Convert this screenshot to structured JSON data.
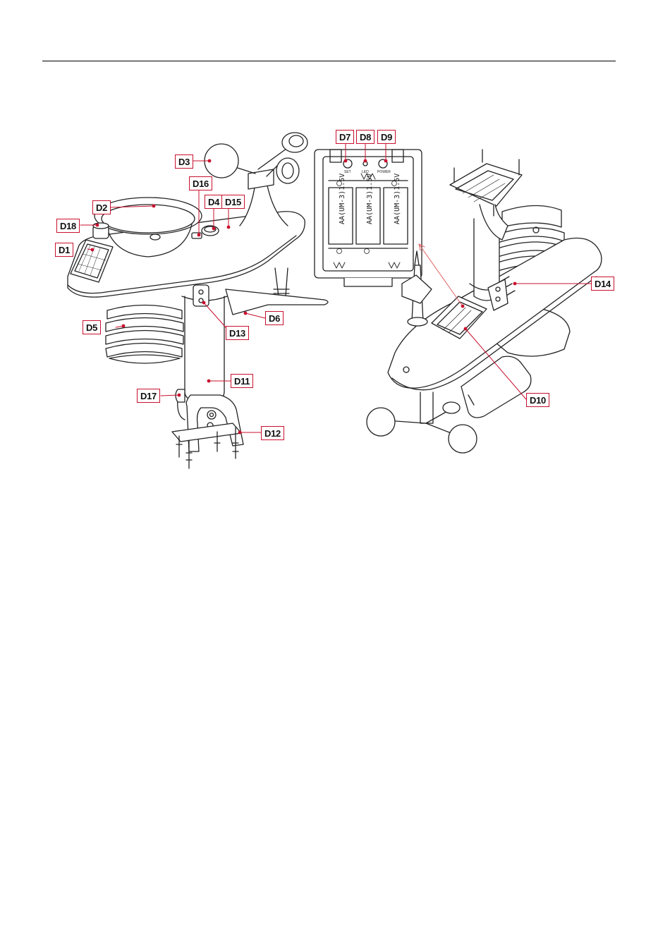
{
  "colors": {
    "accent": "#c8102e",
    "line": "#222222"
  },
  "labels": {
    "d1": "D1",
    "d2": "D2",
    "d3": "D3",
    "d4": "D4",
    "d5": "D5",
    "d6": "D6",
    "d7": "D7",
    "d8": "D8",
    "d9": "D9",
    "d10": "D10",
    "d11": "D11",
    "d12": "D12",
    "d13": "D13",
    "d14": "D14",
    "d15": "D15",
    "d16": "D16",
    "d17": "D17",
    "d18": "D18"
  },
  "battery_box": {
    "cell_label": "AA(UM-3)1.5V",
    "btn_left": "SET",
    "btn_mid": "LED",
    "btn_right": "POWER"
  }
}
